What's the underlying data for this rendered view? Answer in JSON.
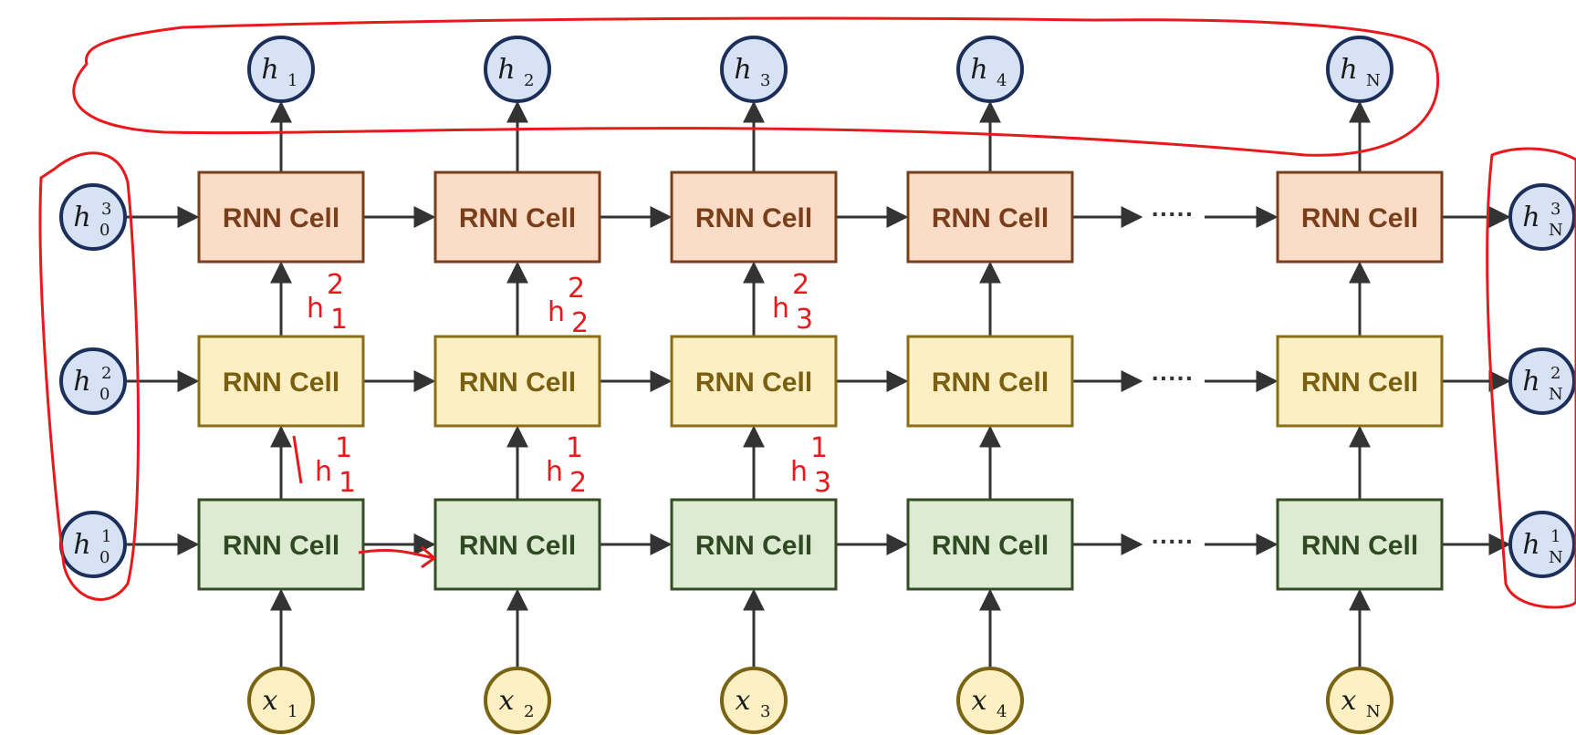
{
  "cell_label": "RNN Cell",
  "ellipsis": "·····",
  "colors": {
    "top_fill": "#fbdcc6",
    "top_stroke": "#7a3f1a",
    "top_text": "#7a3f1a",
    "mid_fill": "#fdefc4",
    "mid_stroke": "#8a6d17",
    "mid_text": "#7a5f10",
    "bot_fill": "#dcebd2",
    "bot_stroke": "#344d25",
    "bot_text": "#2f4a23",
    "h_node_fill": "#d7e3f4",
    "h_node_stroke": "#1b2f5a",
    "x_node_fill": "#fdf0c2",
    "x_node_stroke": "#7a6313",
    "annotation": "#e8191d"
  },
  "outputs": [
    {
      "var": "h",
      "sub": "1"
    },
    {
      "var": "h",
      "sub": "2"
    },
    {
      "var": "h",
      "sub": "3"
    },
    {
      "var": "h",
      "sub": "4"
    },
    {
      "var": "h",
      "sub": "N"
    }
  ],
  "inputs": [
    {
      "var": "x",
      "sub": "1"
    },
    {
      "var": "x",
      "sub": "2"
    },
    {
      "var": "x",
      "sub": "3"
    },
    {
      "var": "x",
      "sub": "4"
    },
    {
      "var": "x",
      "sub": "N"
    }
  ],
  "initial_states": [
    {
      "var": "h",
      "sub": "0",
      "sup": "3"
    },
    {
      "var": "h",
      "sub": "0",
      "sup": "2"
    },
    {
      "var": "h",
      "sub": "0",
      "sup": "1"
    }
  ],
  "final_states": [
    {
      "var": "h",
      "sub": "N",
      "sup": "3"
    },
    {
      "var": "h",
      "sub": "N",
      "sup": "2"
    },
    {
      "var": "h",
      "sub": "N",
      "sup": "1"
    }
  ],
  "annotations": {
    "layer2": [
      "h",
      "2",
      "1",
      "h",
      "2",
      "2",
      "h",
      "2",
      "3"
    ],
    "layer1": [
      "h",
      "1",
      "1",
      "h",
      "1",
      "2",
      "h",
      "1",
      "3"
    ]
  }
}
